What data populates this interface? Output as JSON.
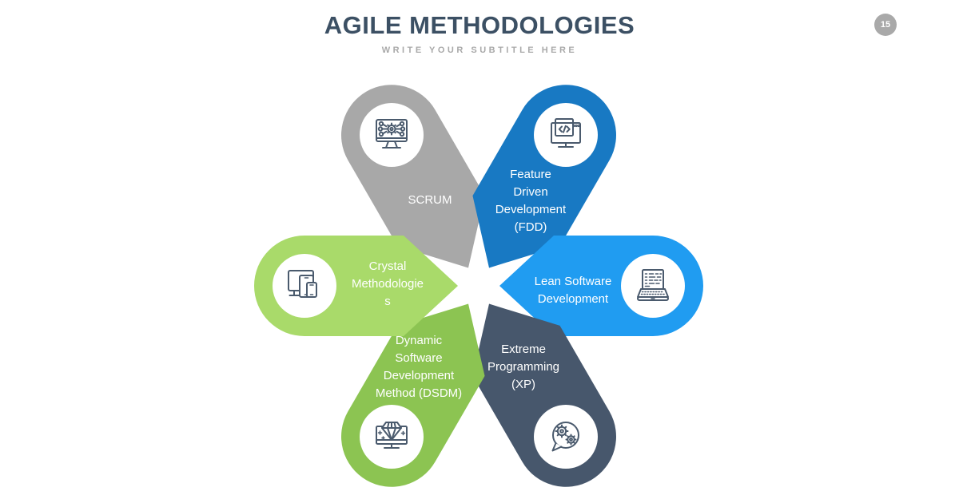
{
  "header": {
    "title": "AGILE METHODOLOGIES",
    "subtitle": "WRITE YOUR SUBTITLE HERE",
    "page_number": "15"
  },
  "colors": {
    "title_text": "#3c5064",
    "subtitle_text": "#a9a9a9",
    "badge_bg": "#a9a9a9",
    "badge_text": "#ffffff",
    "label_text": "#ffffff",
    "icon_stroke": "#4a5a6d",
    "icon_circle_bg": "#ffffff"
  },
  "flower": {
    "icon_stroke": "#4a5a6d",
    "petals": [
      {
        "id": "scrum",
        "label": "SCRUM",
        "color": "#a8a8a8",
        "icon": "monitor-gear-network-icon"
      },
      {
        "id": "fdd",
        "label": "Feature\nDriven\nDevelopment\n(FDD)",
        "color": "#1879c3",
        "icon": "code-window-icon"
      },
      {
        "id": "lean",
        "label": "Lean Software\nDevelopment",
        "color": "#209cf1",
        "icon": "laptop-code-icon"
      },
      {
        "id": "xp",
        "label": "Extreme\nProgramming\n(XP)",
        "color": "#47576c",
        "icon": "chat-gears-icon"
      },
      {
        "id": "dsdm",
        "label": "Dynamic\nSoftware\nDevelopment\nMethod (DSDM)",
        "color": "#8cc452",
        "icon": "diamond-screen-icon"
      },
      {
        "id": "crystal",
        "label": "Crystal\nMethodologie\ns",
        "color": "#a9da6a",
        "icon": "responsive-devices-icon"
      }
    ]
  }
}
